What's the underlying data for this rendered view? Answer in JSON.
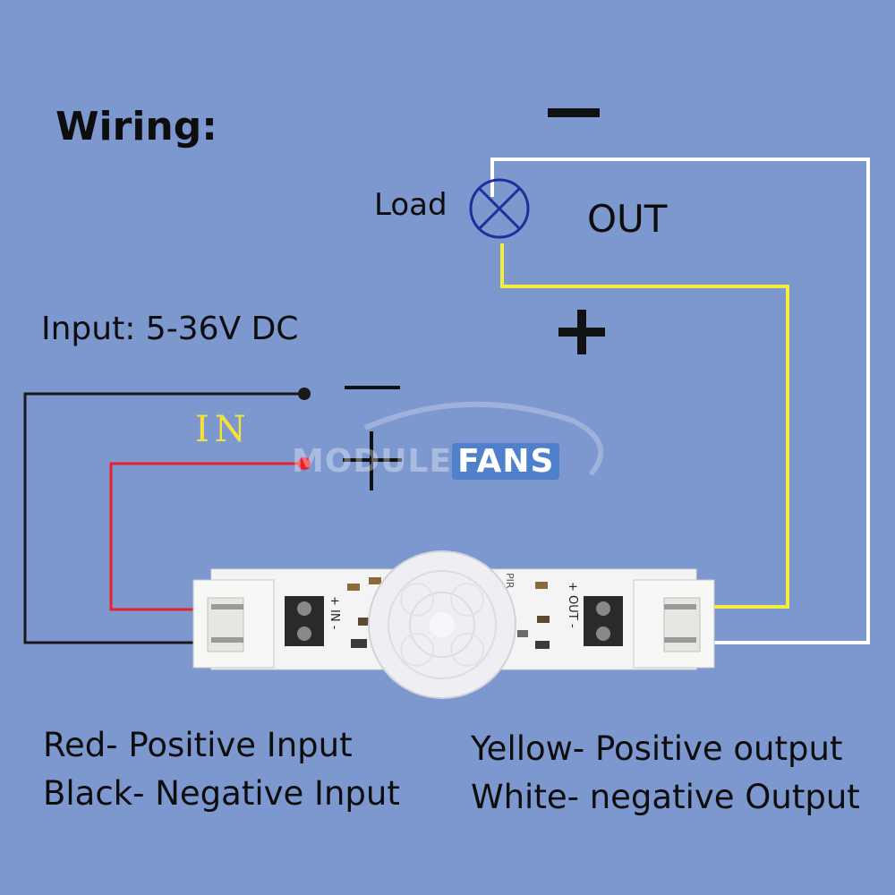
{
  "title": "Wiring:",
  "load_label": "Load",
  "out_label": "OUT",
  "input_label": "Input: 5-36V DC",
  "in_label": "IN",
  "watermark": {
    "part1": "MODULE",
    "part2": "FANS"
  },
  "legend": {
    "red": "Red- Positive Input",
    "black": "Black- Negative Input",
    "yellow": "Yellow- Positive output",
    "white": "White- negative Output"
  },
  "board": {
    "in_marks": "+ IN -",
    "out_marks": "+ OUT -",
    "pir_mark": "PIR"
  },
  "colors": {
    "background": "#7d97cf",
    "wire_red": "#e8202a",
    "wire_black": "#1a1a1a",
    "wire_yellow": "#f2ee3a",
    "wire_white": "#ffffff",
    "load_symbol": "#1d2f9a",
    "in_text": "#f2e23a"
  }
}
